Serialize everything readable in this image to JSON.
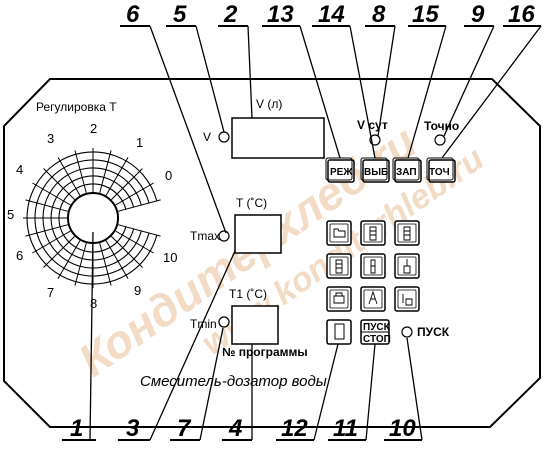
{
  "panel": {
    "dial_title": "Регулировка  T",
    "device_title": "Смеситель-дозатор воды",
    "dial_numbers": [
      "0",
      "1",
      "2",
      "3",
      "4",
      "5",
      "6",
      "7",
      "8",
      "9",
      "10"
    ],
    "v_label": "V",
    "v_display_label": "V (л)",
    "t_display_label": "T (˚C)",
    "t1_display_label": "T1 (˚C)",
    "tmax_label": "Tmax",
    "tmin_label": "Tmin",
    "program_label": "№ программы",
    "vsut_label": "V сут",
    "tochno_label": "Точно",
    "start_label": "ПУСК"
  },
  "buttons": {
    "rezh": "РЕЖ",
    "vyb": "ВЫБ",
    "zap": "ЗАП",
    "toch": "ТОЧ",
    "pusk_top": "ПУСК",
    "pusk_bottom": "СТОП"
  },
  "callouts": {
    "top": [
      "6",
      "5",
      "2",
      "13",
      "14",
      "8",
      "15",
      "9",
      "16"
    ],
    "bottom": [
      "1",
      "3",
      "7",
      "4",
      "12",
      "11",
      "10"
    ]
  },
  "watermark": {
    "line1": "Кондитерхлеб.ru",
    "line2": "www.konditerhleb.ru"
  },
  "colors": {
    "ink": "#000000",
    "watermark": "#f3dcc5"
  }
}
